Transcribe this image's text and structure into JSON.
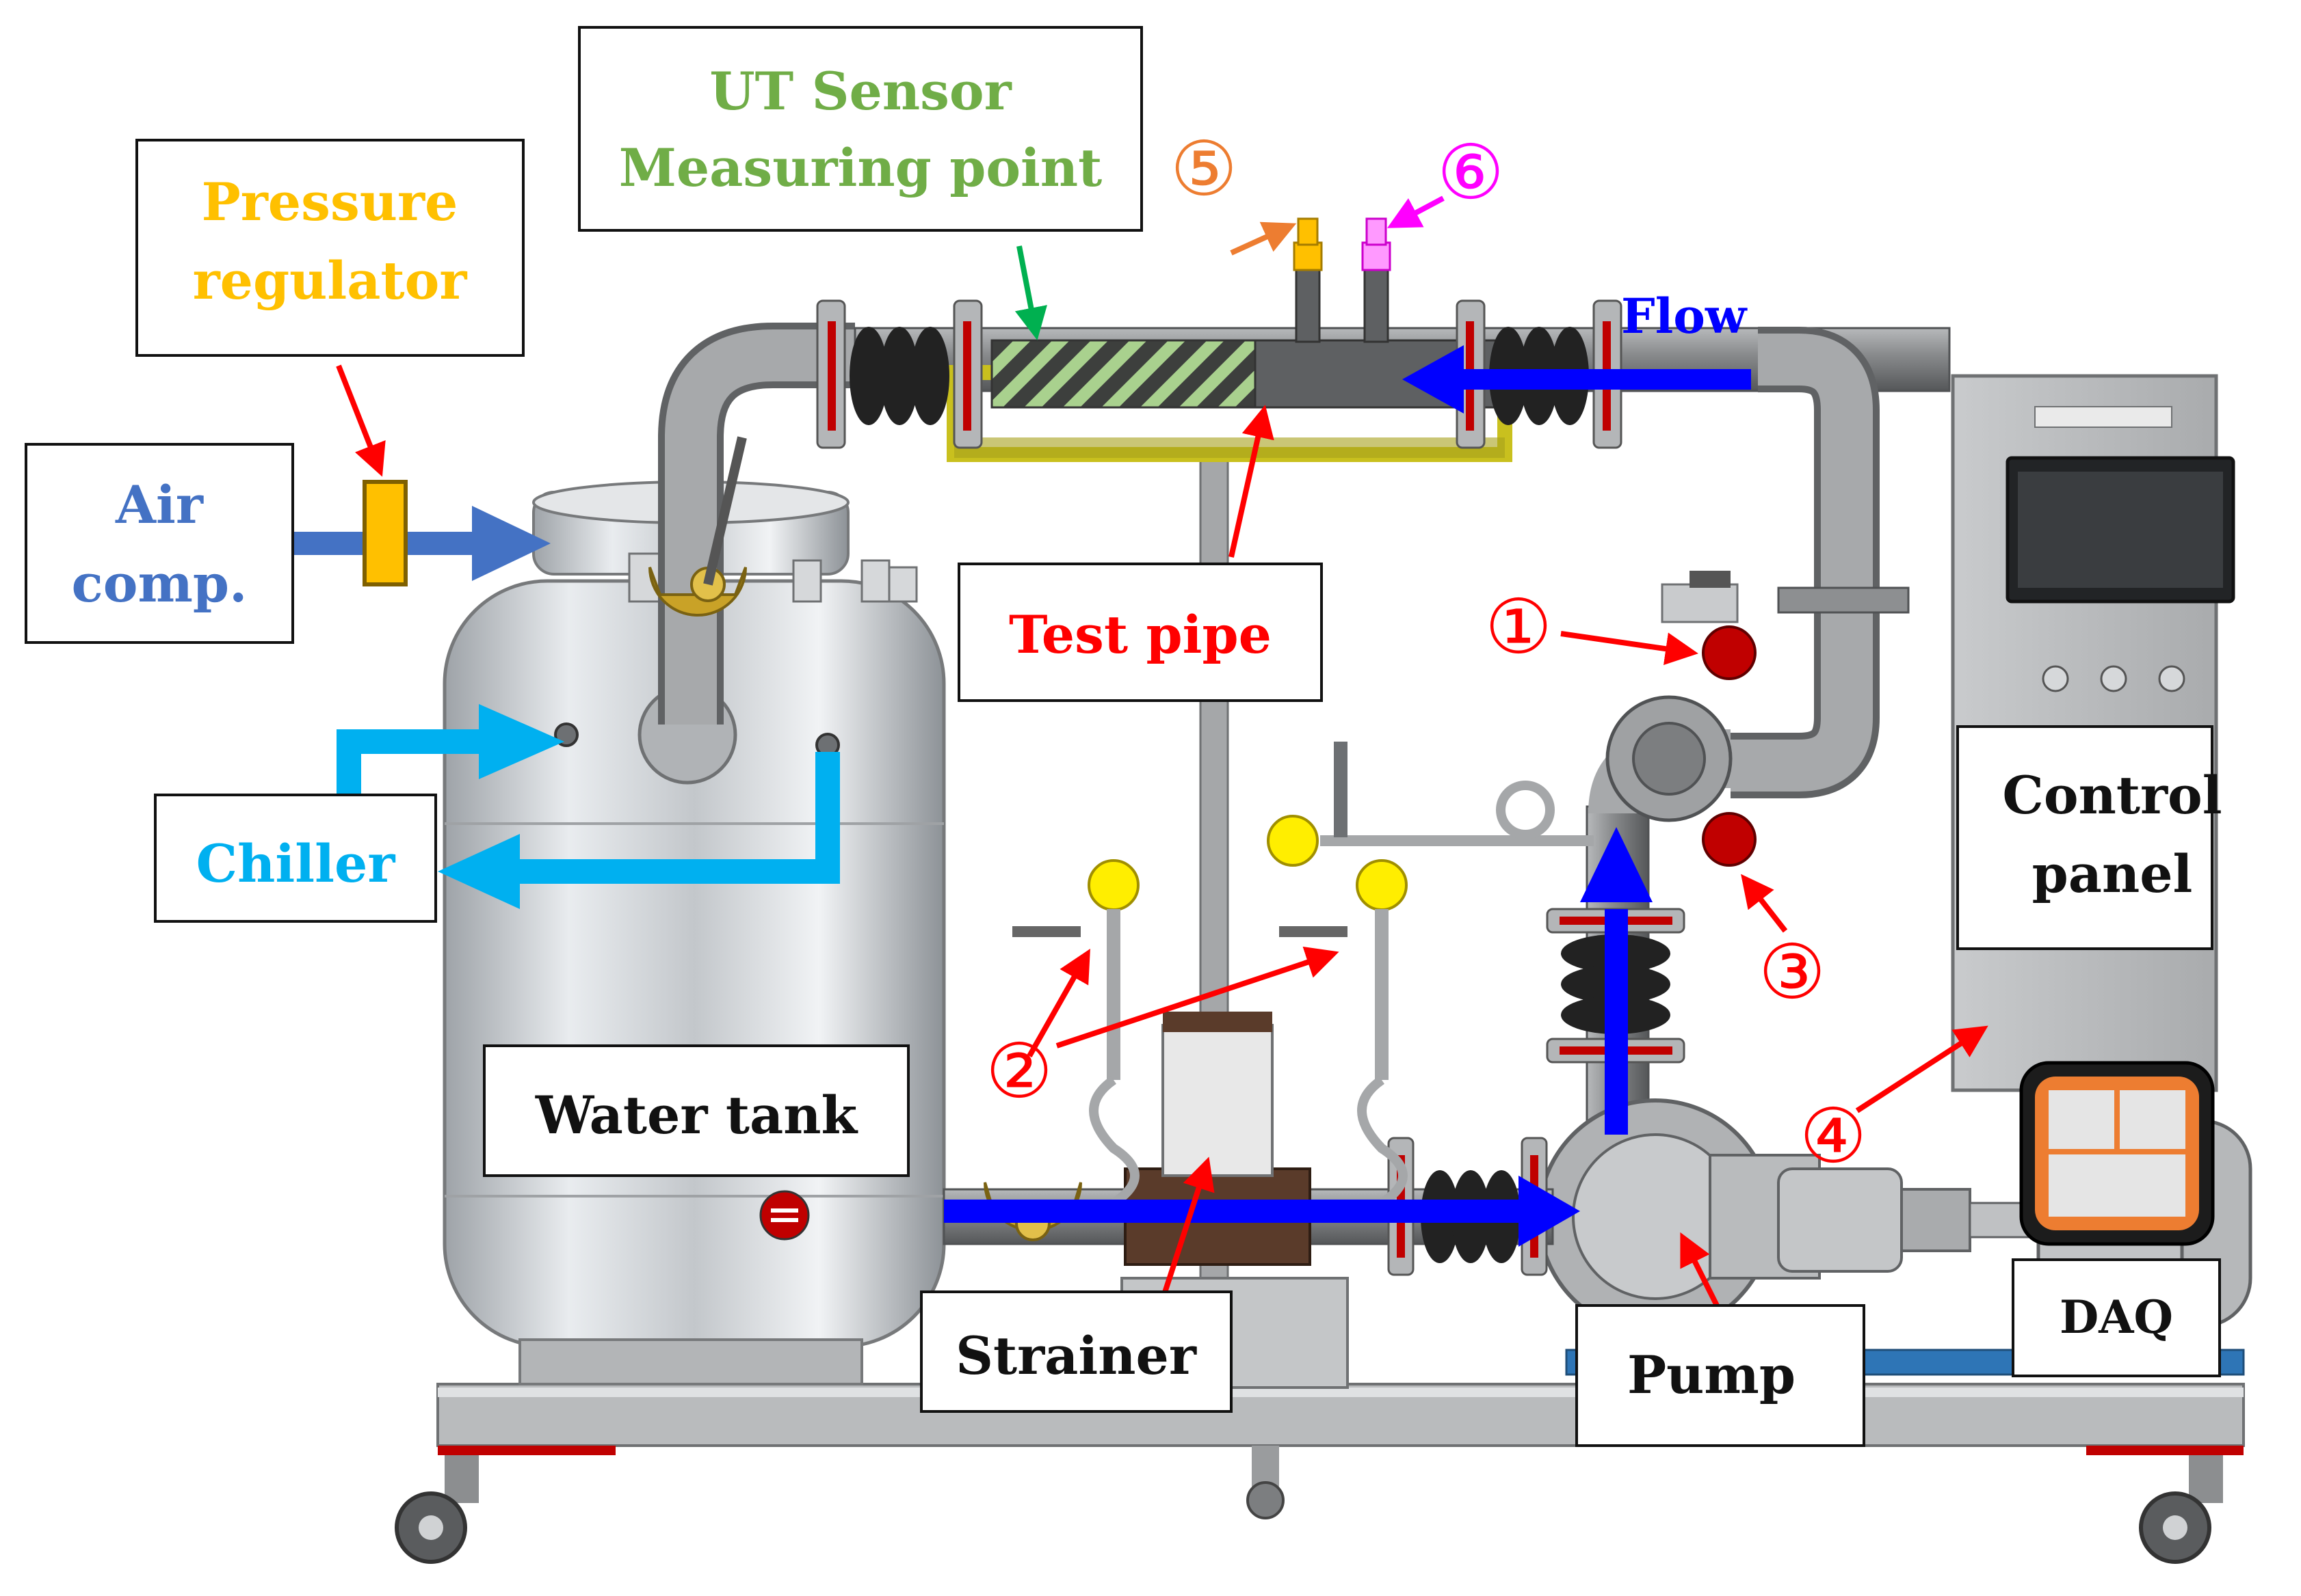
{
  "labels": {
    "ut_sensor_line1": "UT  Sensor",
    "ut_sensor_line2": "Measuring  point",
    "pressure_regulator_line1": "Pressure",
    "pressure_regulator_line2": "regulator",
    "air_comp_line1": "Air",
    "air_comp_line2": "comp.",
    "chiller": "Chiller",
    "test_pipe": "Test  pipe",
    "flow": "Flow",
    "water_tank": "Water  tank",
    "strainer": "Strainer",
    "pump": "Pump",
    "daq": "DAQ",
    "control_panel_line1": "Control",
    "control_panel_line2": "panel"
  },
  "markers": {
    "m1": "①",
    "m2": "②",
    "m3": "③",
    "m4": "④",
    "m5": "⑤",
    "m6": "⑥"
  },
  "colors": {
    "ut_sensor_text": "#70ad47",
    "pressure_text": "#ffc000",
    "air_text": "#4472c4",
    "chiller_text": "#00b0f0",
    "red": "#ff0000",
    "flow_blue": "#0000ff",
    "marker5": "#ed7d31",
    "marker6": "#ff00ff",
    "pipe": "#8c8c8c",
    "tank": "#c9ccd0",
    "bellows": "#222222"
  }
}
